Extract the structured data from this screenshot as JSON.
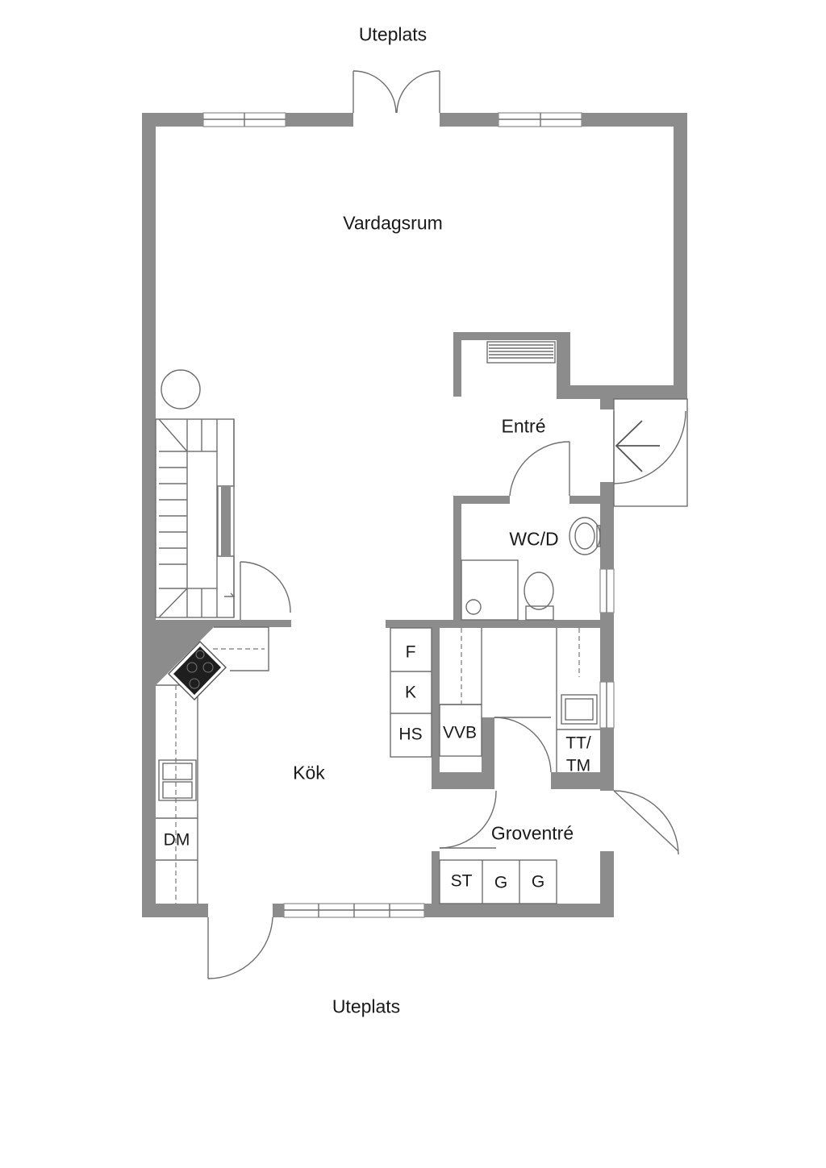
{
  "labels": {
    "uteplats_top": "Uteplats",
    "uteplats_bottom": "Uteplats",
    "vardagsrum": "Vardagsrum",
    "entre": "Entré",
    "wc": "WC/D",
    "kok": "Kök",
    "groventre": "Groventré",
    "f": "F",
    "k": "K",
    "hs": "HS",
    "vvb": "VVB",
    "tt": "TT/",
    "tm": "TM",
    "dm": "DM",
    "st": "ST",
    "g1": "G",
    "g2": "G"
  },
  "colors": {
    "wall": "#8c8c8c",
    "line": "#6e6e6e",
    "background": "#ffffff"
  }
}
